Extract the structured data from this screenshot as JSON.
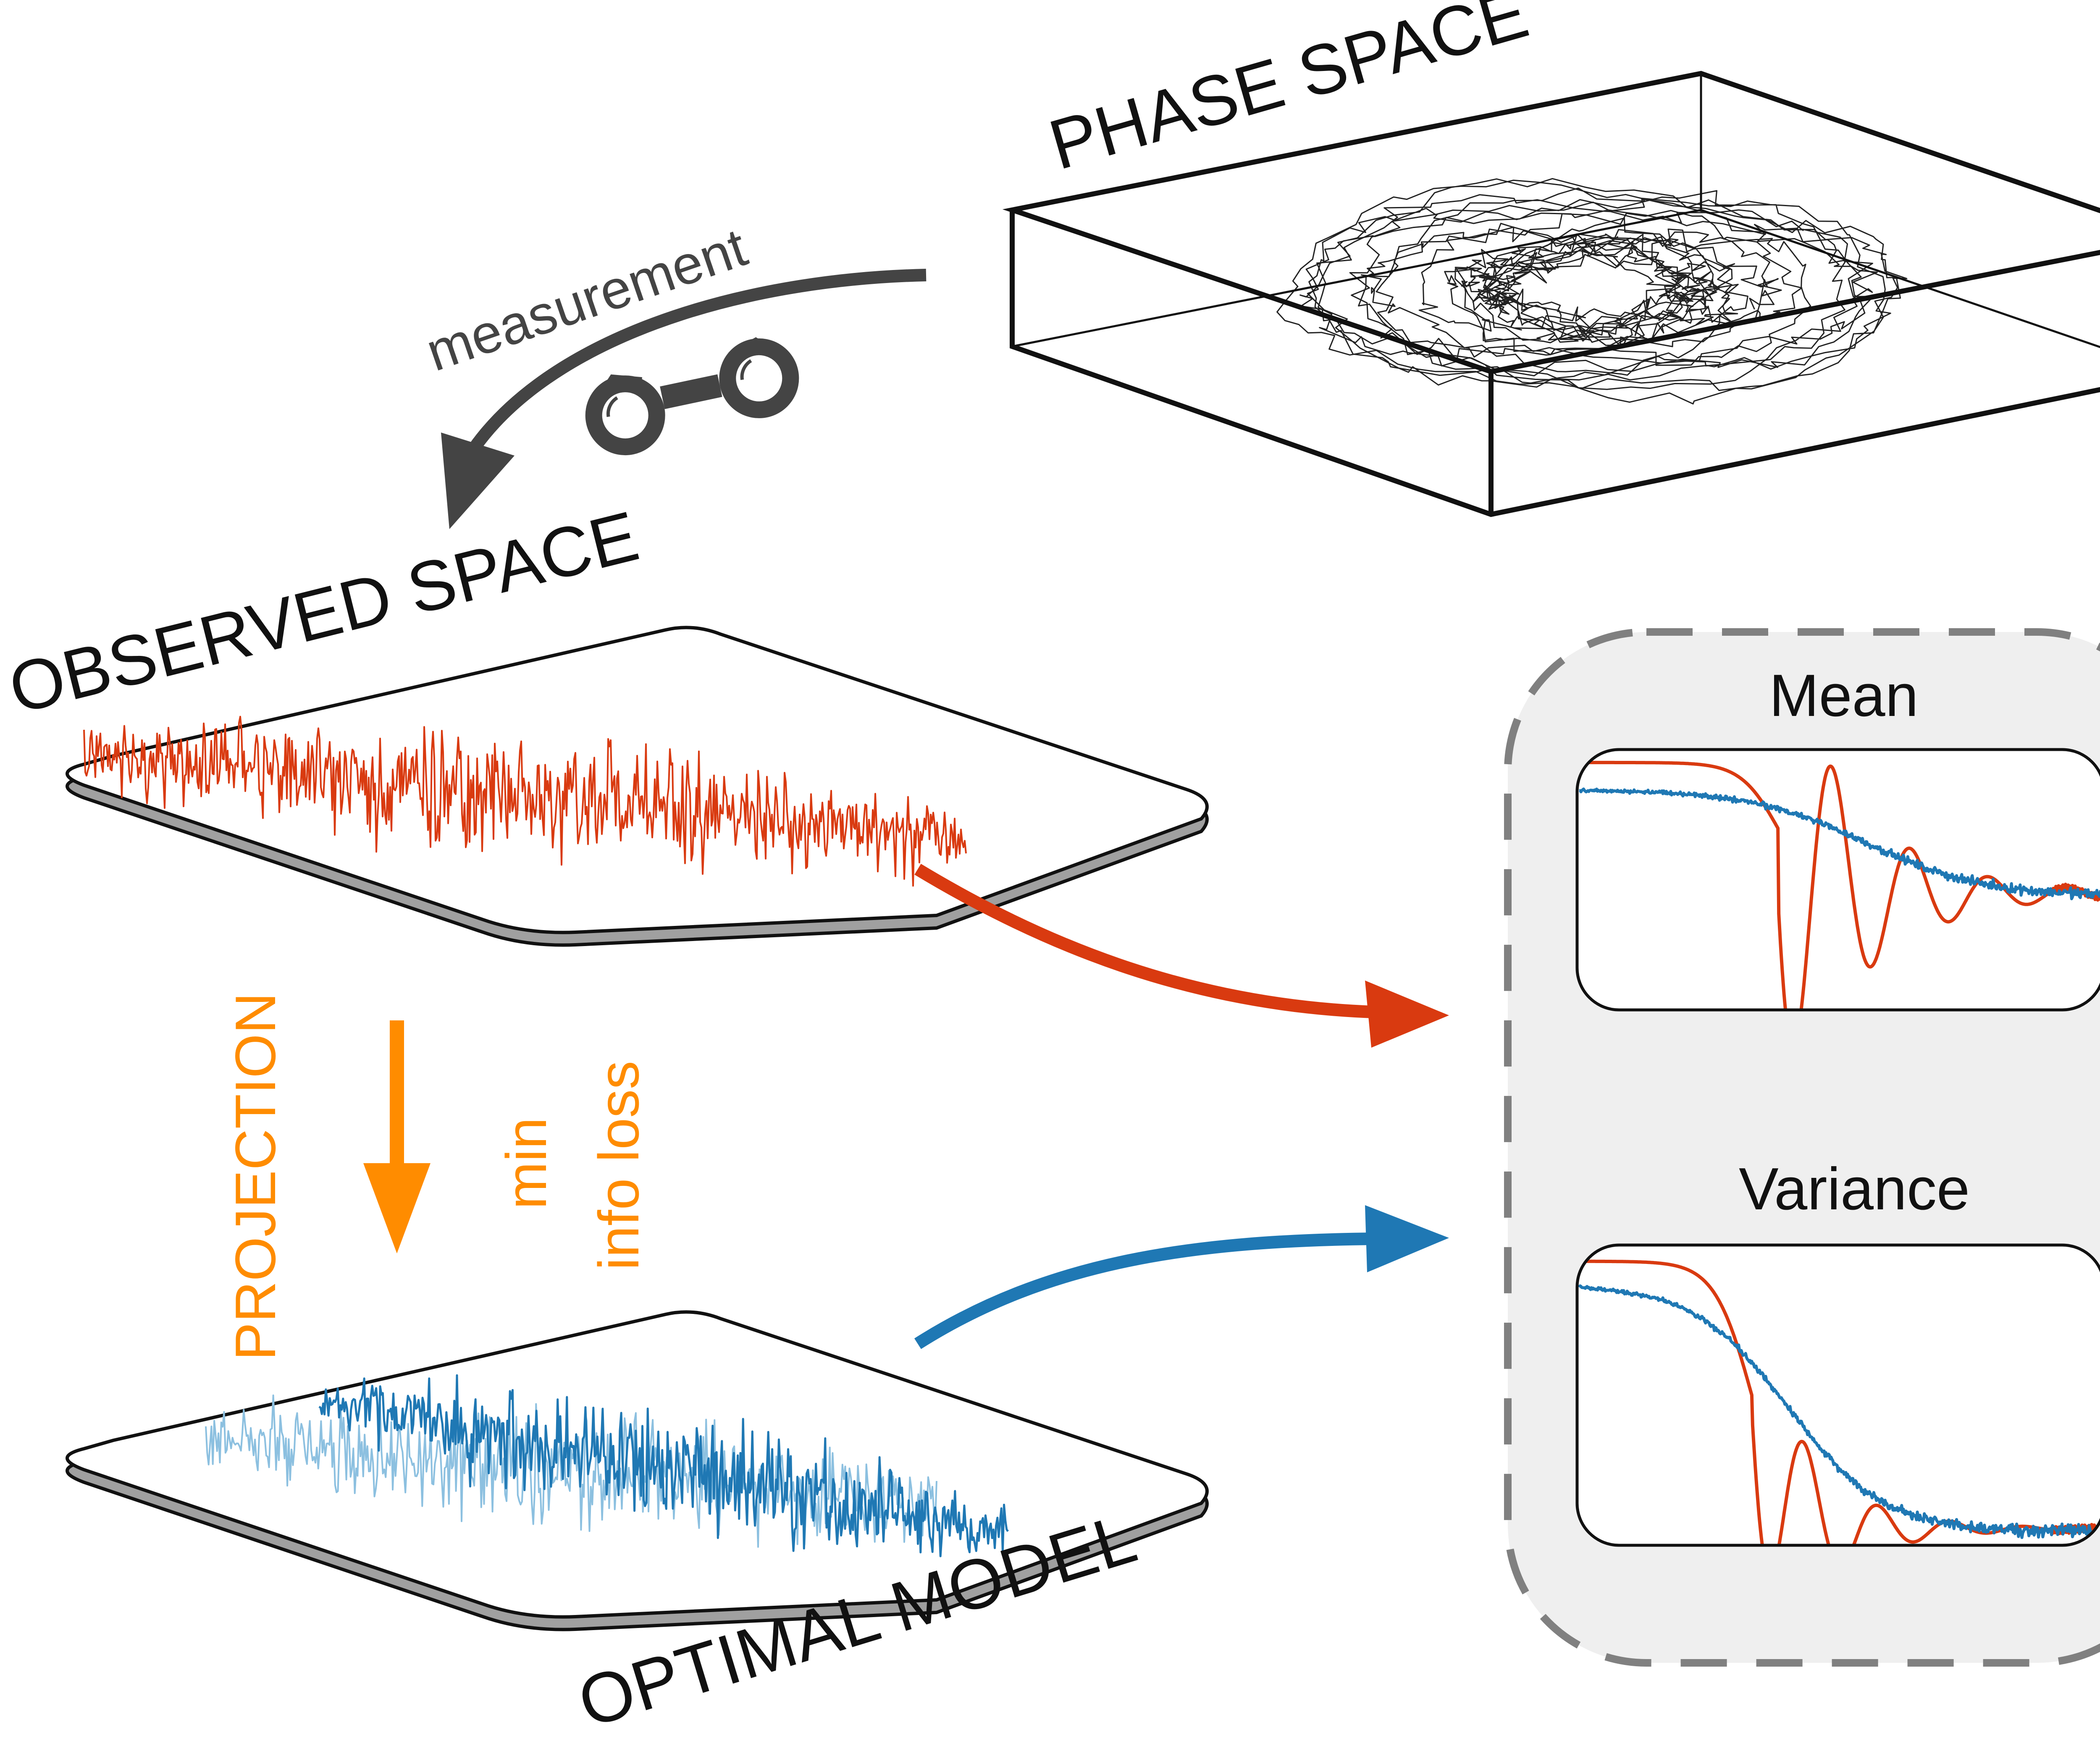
{
  "labels": {
    "phase_space": "PHASE SPACE",
    "measurement": "measurement",
    "observed_space": "OBSERVED SPACE",
    "projection": "PROJECTION",
    "min": "min",
    "info_loss": "info loss",
    "optimal_model": "OPTIMAL MODEL",
    "mean": "Mean",
    "variance": "Variance"
  },
  "icons": [
    "binoculars-icon",
    "down-arrow-icon",
    "curved-arrow-icon"
  ],
  "colors": {
    "observed": "#d93a10",
    "model": "#1f78b4",
    "model_light": "#8cc0e0",
    "projection": "#ff8c00",
    "measurement": "#444444",
    "panel_bg": "#efefef",
    "panel_border": "#808080"
  }
}
